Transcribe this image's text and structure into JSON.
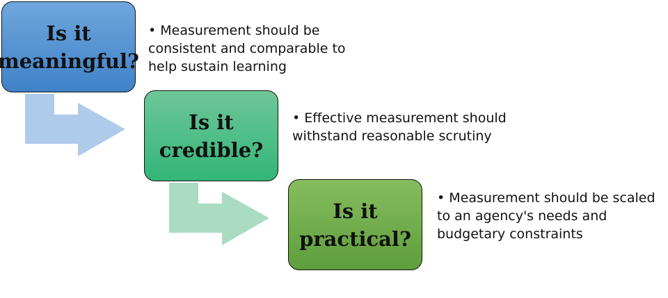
{
  "steps": [
    {
      "title_line1": "Is it",
      "title_line2": "meaningful?",
      "description": "• Measurement should be consistent and comparable to help sustain learning"
    },
    {
      "title_line1": "Is it",
      "title_line2": "credible?",
      "description": "• Effective measurement should withstand reasonable scrutiny"
    },
    {
      "title_line1": "Is it",
      "title_line2": "practical?",
      "description": "• Measurement should be scaled to an agency's needs and budgetary constraints"
    }
  ],
  "colors": {
    "arrow1": "#aecbea",
    "arrow2": "#a9dcc2"
  }
}
